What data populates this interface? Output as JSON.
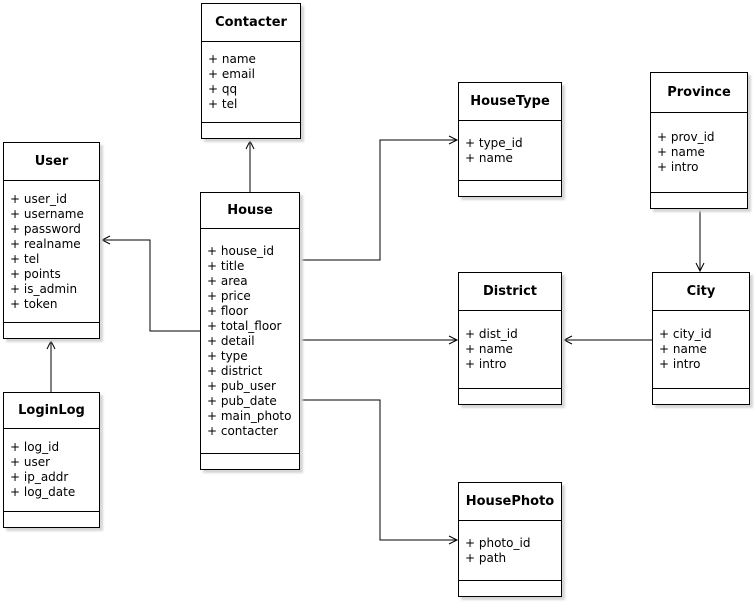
{
  "diagram": {
    "type": "uml-class-diagram",
    "colors": {
      "background": "#ffffff",
      "box_fill": "#ffffff",
      "box_border": "#000000",
      "line": "#000000",
      "shadow": "#d6d6d6",
      "text": "#000000"
    },
    "classes": [
      {
        "id": "contacter",
        "name": "Contacter",
        "attributes": [
          "+ name",
          "+ email",
          "+ qq",
          "+ tel"
        ],
        "methods": []
      },
      {
        "id": "user",
        "name": "User",
        "attributes": [
          "+ user_id",
          "+ username",
          "+ password",
          "+ realname",
          "+ tel",
          "+ points",
          "+ is_admin",
          "+ token"
        ],
        "methods": []
      },
      {
        "id": "house",
        "name": "House",
        "attributes": [
          "+ house_id",
          "+ title",
          "+ area",
          "+ price",
          "+ floor",
          "+ total_floor",
          "+ detail",
          "+ type",
          "+ district",
          "+ pub_user",
          "+ pub_date",
          "+ main_photo",
          "+ contacter"
        ],
        "methods": []
      },
      {
        "id": "housetype",
        "name": "HouseType",
        "attributes": [
          "+ type_id",
          "+ name"
        ],
        "methods": []
      },
      {
        "id": "province",
        "name": "Province",
        "attributes": [
          "+ prov_id",
          "+ name",
          "+ intro"
        ],
        "methods": []
      },
      {
        "id": "district",
        "name": "District",
        "attributes": [
          "+ dist_id",
          "+ name",
          "+ intro"
        ],
        "methods": []
      },
      {
        "id": "city",
        "name": "City",
        "attributes": [
          "+ city_id",
          "+ name",
          "+ intro"
        ],
        "methods": []
      },
      {
        "id": "loginlog",
        "name": "LoginLog",
        "attributes": [
          "+ log_id",
          "+ user",
          "+ ip_addr",
          "+ log_date"
        ],
        "methods": []
      },
      {
        "id": "housephoto",
        "name": "HousePhoto",
        "attributes": [
          "+ photo_id",
          "+ path"
        ],
        "methods": []
      }
    ],
    "relations": [
      {
        "from": "House",
        "to": "Contacter",
        "arrow": "open"
      },
      {
        "from": "House",
        "to": "User",
        "arrow": "open"
      },
      {
        "from": "House",
        "to": "HouseType",
        "arrow": "open"
      },
      {
        "from": "House",
        "to": "District",
        "arrow": "open"
      },
      {
        "from": "House",
        "to": "HousePhoto",
        "arrow": "open"
      },
      {
        "from": "LoginLog",
        "to": "User",
        "arrow": "open"
      },
      {
        "from": "Province",
        "to": "City",
        "arrow": "open"
      },
      {
        "from": "City",
        "to": "District",
        "arrow": "open"
      }
    ]
  }
}
